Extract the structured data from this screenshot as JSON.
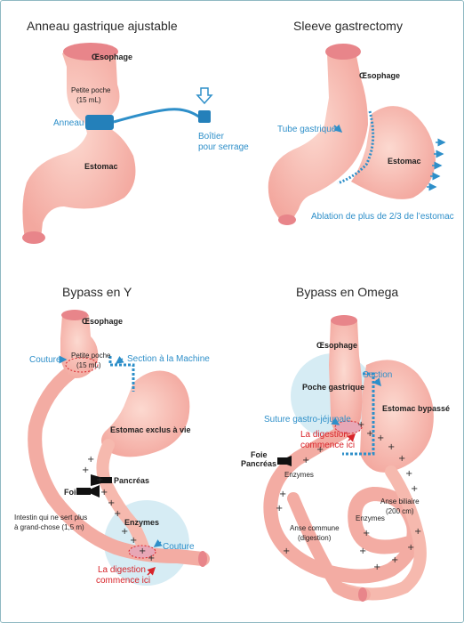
{
  "panels": {
    "anneau": {
      "title": "Anneau gastrique ajustable",
      "oesophage": "Œsophage",
      "petite_poche_1": "Petite poche",
      "petite_poche_2": "(15 mL)",
      "anneau": "Anneau",
      "boitier_1": "Boîtier",
      "boitier_2": "pour serrage",
      "estomac": "Estomac"
    },
    "sleeve": {
      "title": "Sleeve gastrectomy",
      "oesophage": "Œsophage",
      "tube": "Tube gastrique",
      "estomac": "Estomac",
      "ablation": "Ablation de plus de 2/3 de l’estomac"
    },
    "bypass_y": {
      "title": "Bypass en Y",
      "oesophage": "Œsophage",
      "couture_1": "Couture",
      "petite_poche_1": "Petite poche",
      "petite_poche_2": "(15 mL)",
      "section": "Section à la Machine",
      "estomac_exclus": "Estomac exclus à vie",
      "pancreas": "Pancréas",
      "foie": "Foie",
      "intestin_1": "Intestin qui ne sert plus",
      "intestin_2": "à grand-chose (1,5 m)",
      "enzymes": "Enzymes",
      "couture_2": "Couture",
      "digestion_1": "La digestion",
      "digestion_2": "commence ici"
    },
    "bypass_omega": {
      "title": "Bypass en Omega",
      "oesophage": "Œsophage",
      "section": "Section",
      "poche": "Poche gastrique",
      "estomac_bypasse": "Estomac bypassé",
      "suture": "Suture gastro-jéjunale",
      "digestion_1": "La digestion",
      "digestion_2": "commence ici",
      "foie": "Foie",
      "pancreas": "Pancréas",
      "enzymes_1": "Enzymes",
      "enzymes_2": "Enzymes",
      "anse_biliaire_1": "Anse biliaire",
      "anse_biliaire_2": "(200 cm)",
      "anse_commune_1": "Anse commune",
      "anse_commune_2": "(digestion)"
    }
  },
  "colors": {
    "organ": "#f6b9ae",
    "organ_light": "#fbd6cd",
    "organ_dark": "#e8858a",
    "accent_blue": "#2e8fc9",
    "accent_red": "#d8242a",
    "halo": "#d6ecf4",
    "frame": "#8fb9c2"
  }
}
